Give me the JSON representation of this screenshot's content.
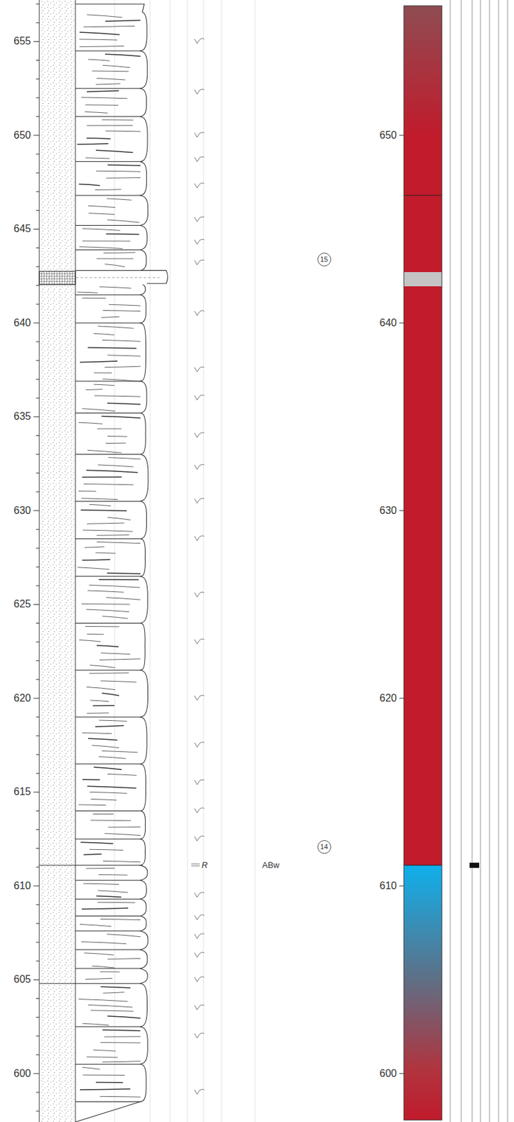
{
  "diagram": {
    "nodes": [
      {
        "text": [
          "15"
        ]
      },
      {
        "text": [
          "14"
        ]
      }
    ],
    "labels": [
      "655",
      "650",
      "645",
      "640",
      "635",
      "630",
      "625",
      "620",
      "615",
      "610",
      "605",
      "600",
      "650",
      "640",
      "630",
      "620",
      "610",
      "600",
      "R",
      "ABw"
    ]
  }
}
